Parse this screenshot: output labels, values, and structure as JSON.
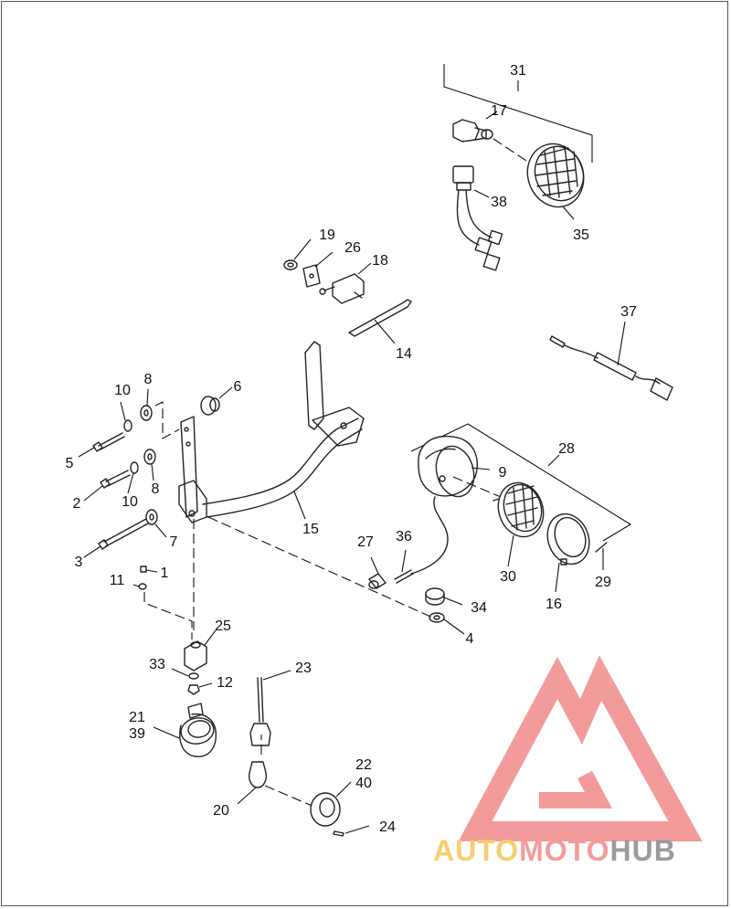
{
  "callouts": [
    {
      "id": "c31",
      "text": "31"
    },
    {
      "id": "c17",
      "text": "17"
    },
    {
      "id": "c38",
      "text": "38"
    },
    {
      "id": "c35",
      "text": "35"
    },
    {
      "id": "c19",
      "text": "19"
    },
    {
      "id": "c26",
      "text": "26"
    },
    {
      "id": "c18",
      "text": "18"
    },
    {
      "id": "c14",
      "text": "14"
    },
    {
      "id": "c37",
      "text": "37"
    },
    {
      "id": "c6",
      "text": "6"
    },
    {
      "id": "c8a",
      "text": "8"
    },
    {
      "id": "c10a",
      "text": "10"
    },
    {
      "id": "c5",
      "text": "5"
    },
    {
      "id": "c2",
      "text": "2"
    },
    {
      "id": "c10b",
      "text": "10"
    },
    {
      "id": "c8b",
      "text": "8"
    },
    {
      "id": "c3",
      "text": "3"
    },
    {
      "id": "c7",
      "text": "7"
    },
    {
      "id": "c15",
      "text": "15"
    },
    {
      "id": "c28",
      "text": "28"
    },
    {
      "id": "c9",
      "text": "9"
    },
    {
      "id": "c27",
      "text": "27"
    },
    {
      "id": "c36",
      "text": "36"
    },
    {
      "id": "c30",
      "text": "30"
    },
    {
      "id": "c16",
      "text": "16"
    },
    {
      "id": "c29",
      "text": "29"
    },
    {
      "id": "c34",
      "text": "34"
    },
    {
      "id": "c4",
      "text": "4"
    },
    {
      "id": "c11",
      "text": "11"
    },
    {
      "id": "c1",
      "text": "1"
    },
    {
      "id": "c25",
      "text": "25"
    },
    {
      "id": "c33",
      "text": "33"
    },
    {
      "id": "c12",
      "text": "12"
    },
    {
      "id": "c23",
      "text": "23"
    },
    {
      "id": "c21",
      "text": "21"
    },
    {
      "id": "c39",
      "text": "39"
    },
    {
      "id": "c22",
      "text": "22"
    },
    {
      "id": "c40",
      "text": "40"
    },
    {
      "id": "c20",
      "text": "20"
    },
    {
      "id": "c24",
      "text": "24"
    }
  ],
  "watermark": {
    "part1": "AUTO",
    "part2": "MOTO",
    "part3": "HUB",
    "color_logo": "#f08080",
    "color_auto": "#f5c04a",
    "color_moto": "#f08080",
    "color_hub": "#808080"
  },
  "footnote": "",
  "colors": {
    "line": "#222222",
    "background": "#ffffff"
  }
}
